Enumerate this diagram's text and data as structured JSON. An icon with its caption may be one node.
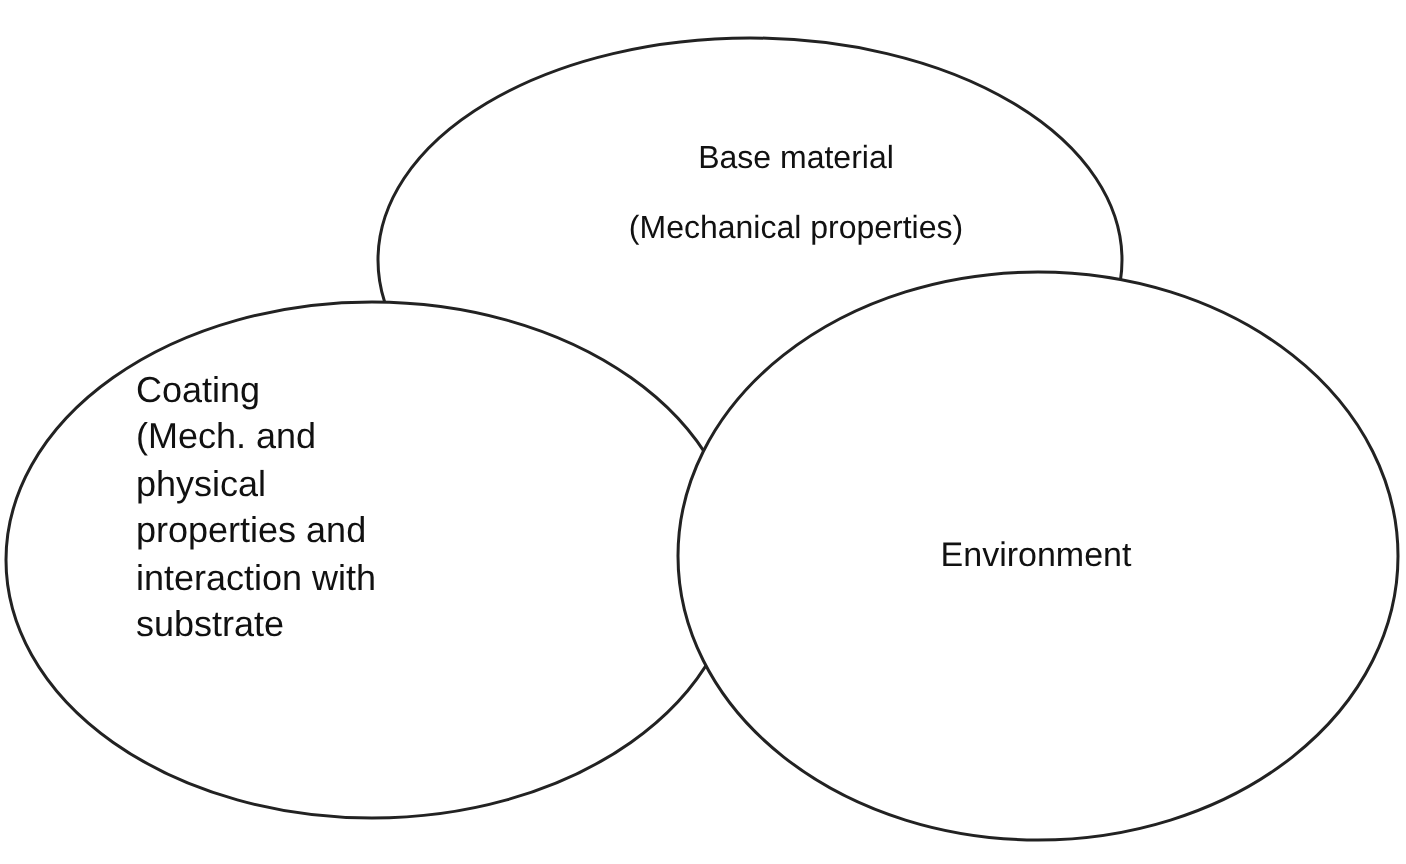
{
  "diagram": {
    "nodes": [
      {
        "text": [
          "Base material",
          "(Mechanical properties)"
        ]
      },
      {
        "text": [
          "Coating",
          "(Mech. and physical properties and interaction with substrate"
        ]
      },
      {
        "text": [
          "Environment"
        ]
      }
    ]
  }
}
